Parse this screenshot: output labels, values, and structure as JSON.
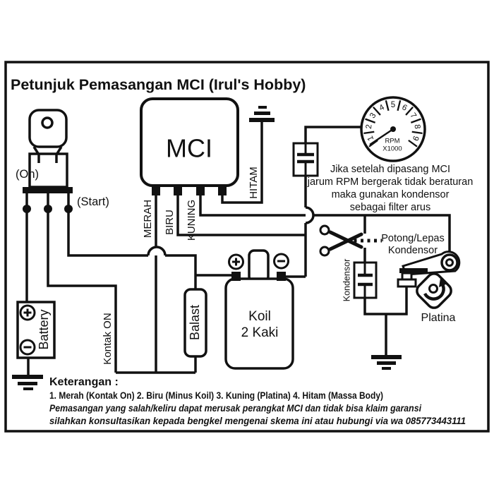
{
  "title": "Petunjuk Pemasangan MCI (Irul's Hobby)",
  "colors": {
    "ink": "#111111",
    "paper": "#ffffff"
  },
  "key_switch": {
    "on_label": "(On)",
    "start_label": "(Start)"
  },
  "battery": {
    "label": "Battery"
  },
  "mci": {
    "label": "MCI"
  },
  "wires": {
    "merah": "MERAH",
    "biru": "BIRU",
    "kuning": "KUNING",
    "hitam": "HITAM",
    "kontak_on": "Kontak ON"
  },
  "balast": {
    "label": "Balast"
  },
  "koil": {
    "line1": "Koil",
    "line2": "2 Kaki"
  },
  "gauge": {
    "numbers": [
      "1",
      "2",
      "3",
      "4",
      "5",
      "6",
      "7",
      "8",
      "9"
    ],
    "unit_line1": "RPM",
    "unit_line2": "X1000"
  },
  "note_rpm": {
    "lines": [
      "Jika setelah dipasang MCI",
      "jarum RPM bergerak tidak beraturan",
      "maka gunakan kondensor",
      "sebagai filter arus"
    ]
  },
  "cut_note": {
    "line1": "Potong/Lepas",
    "line2": "Kondensor"
  },
  "kondensor": {
    "label": "Kondensor"
  },
  "platina": {
    "label": "Platina"
  },
  "keterangan": {
    "heading": "Keterangan :",
    "line1": "1. Merah  (Kontak On) 2. Biru (Minus Koil) 3. Kuning (Platina) 4. Hitam (Massa Body)",
    "line2": "Pemasangan yang salah/keliru dapat merusak perangkat MCI dan tidak bisa klaim garansi",
    "line3": "silahkan konsultasikan kepada bengkel mengenai skema ini atau hubungi via wa 085773443111"
  }
}
